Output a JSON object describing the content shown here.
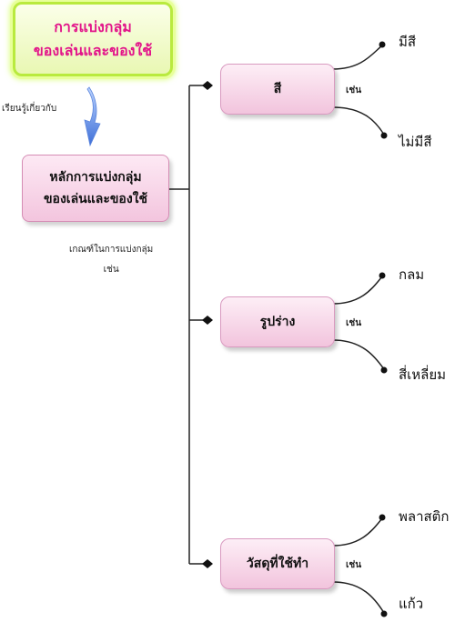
{
  "title": {
    "line1": "การแบ่งกลุ่ม",
    "line2": "ของเล่นและของใช้"
  },
  "learn_label": "เรียนรู้เกี่ยวกับ",
  "main": {
    "line1": "หลักการแบ่งกลุ่ม",
    "line2": "ของเล่นและของใช้"
  },
  "criteria": {
    "line1": "เกณฑ์ในการแบ่งกลุ่ม",
    "line2": "เช่น"
  },
  "categories": [
    {
      "label": "สี",
      "such_as": "เช่น",
      "items": [
        "มีสี",
        "ไม่มีสี"
      ]
    },
    {
      "label": "รูปร่าง",
      "such_as": "เช่น",
      "items": [
        "กลม",
        "สี่เหลี่ยม"
      ]
    },
    {
      "label": "วัสดุที่ใช้ทำ",
      "such_as": "เช่น",
      "items": [
        "พลาสติก",
        "แก้ว"
      ]
    }
  ],
  "colors": {
    "title_text": "#e2158a",
    "title_border": "#b9ea3e",
    "arrow": "#3e6fd8",
    "box_fill": "#f5cfe3"
  }
}
